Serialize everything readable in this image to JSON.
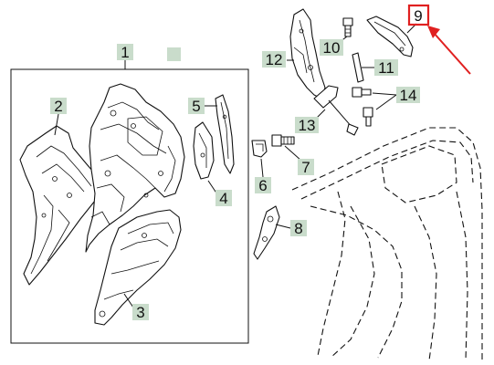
{
  "callouts": {
    "c1": "1",
    "c2": "2",
    "c3": "3",
    "c4": "4",
    "c5": "5",
    "c6": "6",
    "c7": "7",
    "c8": "8",
    "c9": "9",
    "c10": "10",
    "c11": "11",
    "c12": "12",
    "c13": "13",
    "c14": "14"
  },
  "colors": {
    "label_highlight": "#c9dccb",
    "selected_box": "#e02020",
    "pointer_arrow": "#e02020",
    "line_art": "#111111"
  }
}
